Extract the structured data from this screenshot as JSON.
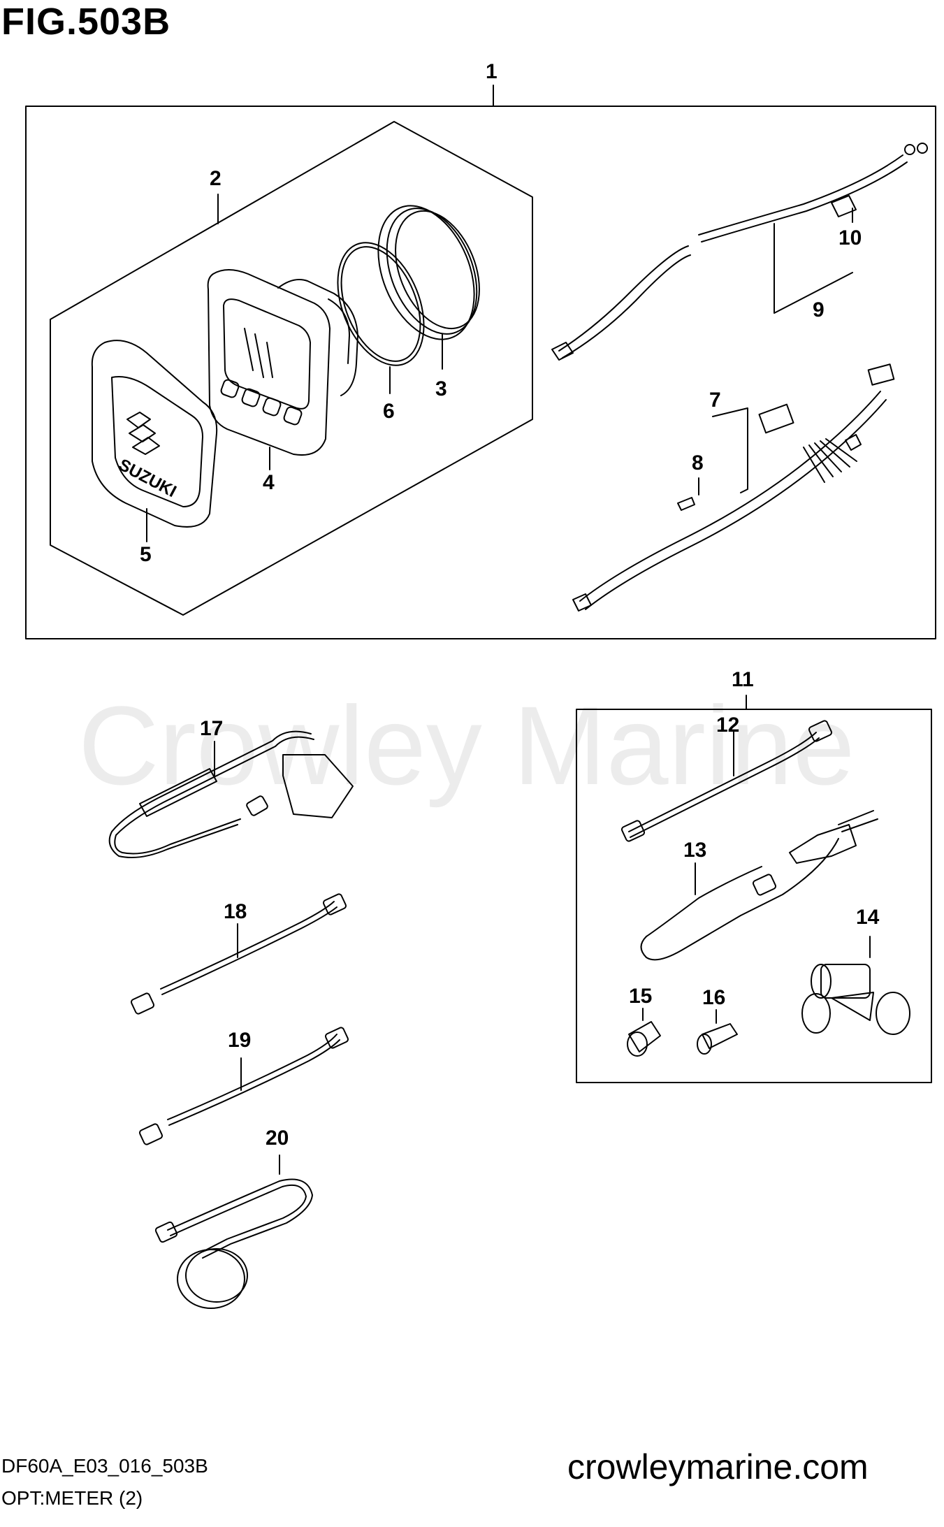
{
  "figure": {
    "title": "FIG.503B",
    "code": "DF60A_E03_016_503B",
    "subtitle": "OPT:METER (2)",
    "website": "crowleymarine.com",
    "watermark": "Crowley Marine"
  },
  "callouts": {
    "n1": "1",
    "n2": "2",
    "n3": "3",
    "n4": "4",
    "n5": "5",
    "n6": "6",
    "n7": "7",
    "n8": "8",
    "n9": "9",
    "n10": "10",
    "n11": "11",
    "n12": "12",
    "n13": "13",
    "n14": "14",
    "n15": "15",
    "n16": "16",
    "n17": "17",
    "n18": "18",
    "n19": "19",
    "n20": "20"
  },
  "meter": {
    "logo_text": "SUZUKI"
  }
}
